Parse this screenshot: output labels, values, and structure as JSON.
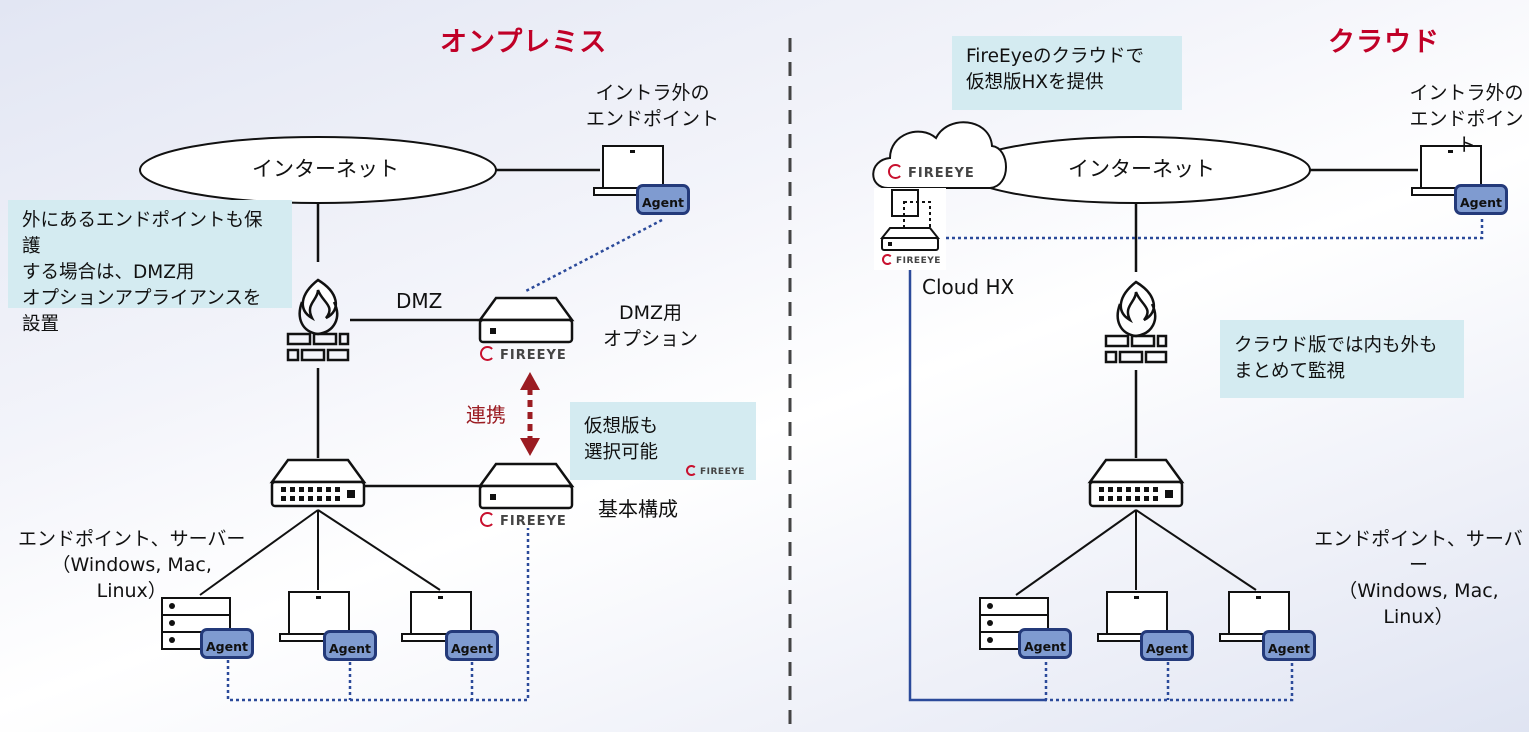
{
  "sections": {
    "onprem_title": "オンプレミス",
    "cloud_title": "クラウド"
  },
  "onprem": {
    "internet_label": "インターネット",
    "external_endpoint_label": "イントラ外の\nエンドポイント",
    "dmz_label": "DMZ",
    "dmz_option_label": "DMZ用\nオプション",
    "link_label": "連携",
    "basic_label": "基本構成",
    "endpoints_label": "エンドポイント、サーバー\n（Windows, Mac,\nLinux）",
    "callout_dmz": "外にあるエンドポイントも保護\nする場合は、DMZ用\nオプションアプライアンスを設置",
    "callout_virtual": "仮想版も\n選択可能"
  },
  "cloud": {
    "internet_label": "インターネット",
    "external_endpoint_label": "イントラ外の\nエンドポイント",
    "cloud_hx_label": "Cloud HX",
    "endpoints_label": "エンドポイント、サーバー\n（Windows, Mac,\nLinux）",
    "callout_provide": "FireEyeのクラウドで\n仮想版HXを提供",
    "callout_monitor": "クラウド版では内も外も\nまとめて監視"
  },
  "agent_label": "Agent",
  "brand": {
    "name": "FIREEYE",
    "color": "#c8102e"
  },
  "colors": {
    "title": "#c00027",
    "callout_bg": "#d4ebf1",
    "agent_fill": "#7f9bd0",
    "agent_border": "#243a7a",
    "link_line": "#2b4a9a",
    "link_arrow": "#9b1c22"
  }
}
